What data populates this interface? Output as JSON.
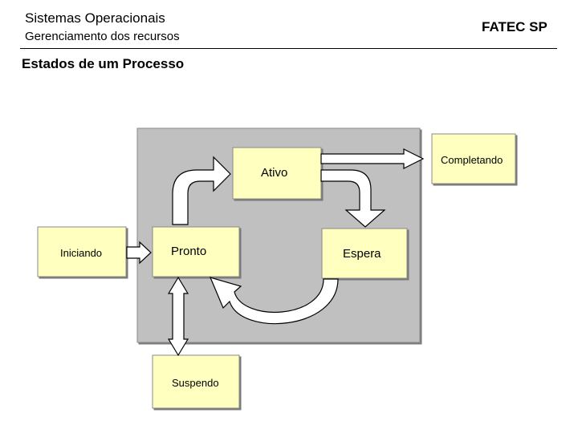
{
  "header": {
    "course_title": "Sistemas Operacionais",
    "course_subtitle": "Gerenciamento dos recursos",
    "institution": "FATEC SP"
  },
  "section_title": "Estados de um Processo",
  "diagram": {
    "states": {
      "ativo": "Ativo",
      "completando": "Completando",
      "iniciando": "Iniciando",
      "pronto": "Pronto",
      "espera": "Espera",
      "suspendo": "Suspendo"
    },
    "colors": {
      "panel": "#c0c0c0",
      "state_box": "#ffffc0",
      "arrow_fill": "#ffffff",
      "arrow_stroke": "#000000"
    }
  }
}
